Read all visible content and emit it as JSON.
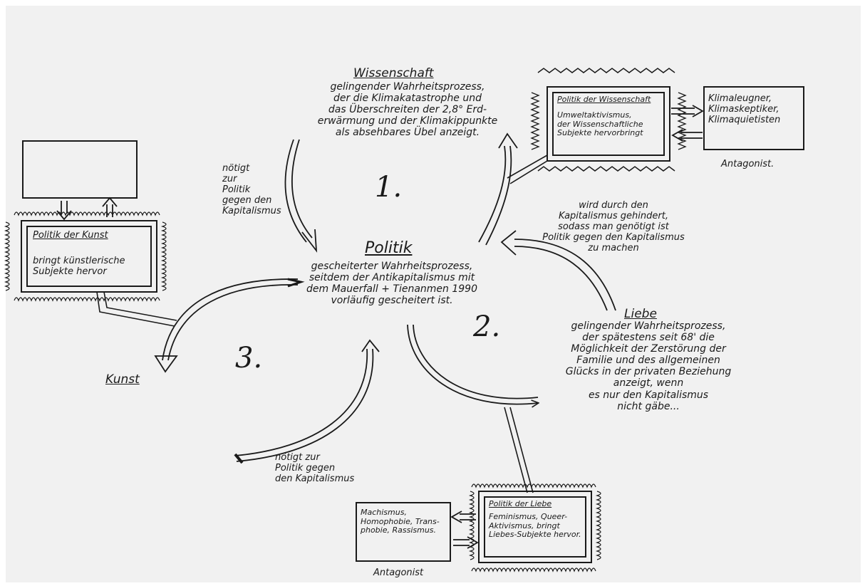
{
  "wissenschaft": {
    "heading": "Wissenschaft",
    "text": "gelingender Wahrheitsprozess,\nder die Klimakatastrophe und\ndas Überschreiten der 2,8° Erd-\nerwärmung und der Klimakippunkte\nals absehbares Übel anzeigt."
  },
  "politik_wissenschaft": {
    "heading": "Politik der Wissenschaft",
    "text": "Umweltaktivismus,\nder Wissenschaftliche\nSubjekte hervorbringt"
  },
  "antagonist_wissenschaft": {
    "text": "Klimaleugner,\nKlimaskeptiker,\nKlimaquietisten",
    "label": "Antagonist."
  },
  "num1": "1.",
  "num2": "2.",
  "num3": "3.",
  "arrow_label_1": "nötigt\nzur\nPolitik\ngegen den\nKapitalismus",
  "arrow_label_2": "wird durch den\nKapitalismus gehindert,\nsodass man genötigt ist\nPolitik gegen den Kapitalismus\nzu machen",
  "arrow_label_3": "nötigt zur\nPolitik gegen\nden Kapitalismus",
  "politik": {
    "heading": "Politik",
    "text": "gescheiterter Wahrheitsprozess,\nseitdem der Antikapitalismus mit\ndem Mauerfall + Tienanmen 1990\nvorläufig gescheitert ist."
  },
  "liebe": {
    "heading": "Liebe",
    "text": "gelingender Wahrheitsprozess,\nder spätestens seit 68' die\nMöglichkeit der Zerstörung der\nFamilie und des allgemeinen\nGlücks in der privaten Beziehung\nanzeigt, wenn\nes nur den Kapitalismus\nnicht gäbe..."
  },
  "politik_kunst": {
    "heading": "Politik der Kunst",
    "text": "bringt künstlerische\nSubjekte hervor"
  },
  "kunst": {
    "heading": "Kunst"
  },
  "politik_liebe": {
    "heading": "Politik der Liebe",
    "text": "Feminismus, Queer-\nAktivismus, bringt\nLiebes-Subjekte hervor."
  },
  "antagonist_liebe": {
    "text": "Machismus,\nHomophobie, Trans-\nphobie, Rassismus.",
    "label": "Antagonist"
  }
}
